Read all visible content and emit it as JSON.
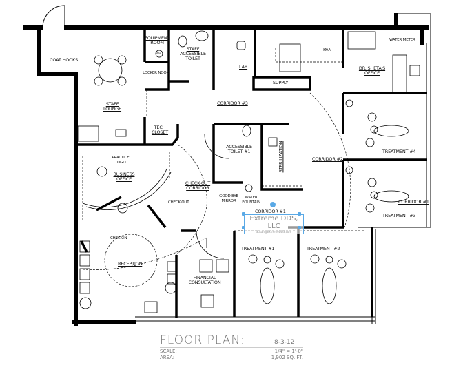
{
  "rooms": {
    "coat_hooks": "COAT HOOKS",
    "equipment_room": "EQUIPMENT ROOM",
    "water_heater": "WH",
    "staff_toilet": "STAFF ACCESSIBLE TOILET",
    "lab": "LAB",
    "pan": "PAN",
    "water_meter": "WATER METER",
    "dr_office": "DR. SHETA'S OFFICE",
    "locker_nook": "LOCKER NOOK",
    "supply": "SUPPLY",
    "staff_lounge": "STAFF LOUNGE",
    "corridor_3": "CORRIDOR #3",
    "tech_closet": "TECH CLOSET",
    "accessible_toilet_1": "ACCESSIBLE TOILET #1",
    "sterilization": "STERILIZATION",
    "corridor_2": "CORRIDOR #2",
    "treatment_4": "TREATMENT #4",
    "treatment_3": "TREATMENT #3",
    "corridor_1_right": "CORRIDOR #1",
    "practice_logo": "PRACTICE LOGO",
    "business_office": "BUSINESS OFFICE",
    "checkout_corridor": "CHECK-OUT CORRIDOR",
    "checkout": "CHECK-OUT",
    "goodbye_mirror": "GOOD-BYE MIRROR",
    "water_fountain": "WATER FOUNTAIN",
    "corridor_1": "CORRIDOR #1",
    "check_in": "CHECK-IN",
    "reception": "RECEPTION",
    "treatment_1": "TREATMENT #1",
    "treatment_2": "TREATMENT #2",
    "financial_consultation": "FINANCIAL CONSULTATION"
  },
  "annotation": {
    "company": "Extreme DDS, LLC",
    "email": "Susan@ExtremeDDS.com",
    "selection_color": "#5aa9e6"
  },
  "title_block": {
    "title": "FLOOR PLAN:",
    "date": "8-3-12",
    "scale_label": "SCALE:",
    "scale_value": "1/4\" = 1'-0\"",
    "area_label": "AREA:",
    "area_value": "1,902 SQ. FT."
  }
}
